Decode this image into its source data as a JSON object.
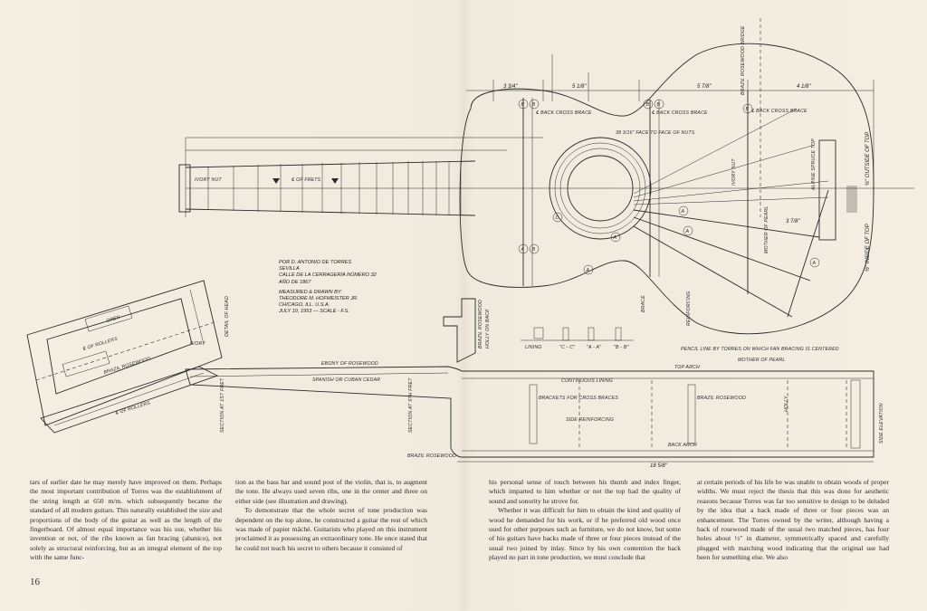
{
  "page": {
    "number": "16"
  },
  "plan": {
    "maker": {
      "line1": "POR D. ANTONIO DE TORRES",
      "line2": "SEVILLA",
      "line3": "CALLE DE LA CERRAGERÍA NÚMERO 32",
      "line4": "AÑO DE 1867",
      "line5": "MEASURED & DRAWN BY:",
      "line6": "THEODORE M. HOFMEISTER JR.",
      "line7": "CHICAGO, ILL. U.S.A.",
      "line8": "JULY 10, 1953 — SCALE - F.S."
    },
    "labels": {
      "ivory_nut": "IVORY NUT",
      "frets": "℄ OF FRETS",
      "back_cross_brace_1": "℄ BACK CROSS BRACE",
      "back_cross_brace_2": "℄ BACK CROSS BRACE",
      "back_cross_brace_3": "℄ BACK CROSS BRACE",
      "face_of_nuts": "38 3/16\" FACE TO FACE OF NUTS",
      "alpine_spruce": "ALPINE SPRUCE TOP",
      "outside_of_top": "½\" OUTSIDE OF TOP",
      "inside_of_top": "½\" INSIDE OF TOP",
      "ivory_nut_2": "IVORY NUT",
      "mother_of_pearl": "MOTHER OF PEARL",
      "brazil_rosewood_bridge": "BRAZIL ROSEWOOD BRIDGE",
      "pencil_line": "PENCIL LINE BY TORRES ON WHICH FAN BRACING IS CENTERED",
      "mother_of_pearl_2": "MOTHER OF PEARL",
      "top_arch": "TOP ARCH",
      "continuous_lining": "CONTINUOUS LINING",
      "brackets_cross": "BRACKETS FOR CROSS BRACES",
      "brazil_rosewood_side": "BRAZIL ROSEWOOD",
      "side_reinforcing": "SIDE REINFORCING",
      "back_arch": "BACK ARCH",
      "brazil_rosewood_heel": "BRAZIL ROSEWOOD",
      "side_elevation": "SIDE ELEVATION",
      "holly": "HOLLY",
      "ebony": "EBONY OF ROSEWOOD",
      "spanish_cedar": "SPANISH OR CUBAN CEDAR",
      "detail_of_head": "DETAIL OF HEAD",
      "ivory": "IVORY",
      "brazil_rosewood_head": "BRAZIL ROSEWOOD",
      "open": "OPEN",
      "rollers_1": "℄ OF ROLLERS",
      "rollers_2": "℄ OF ROLLERS",
      "section_a": "SECTION AT 1ST FRET",
      "section_b": "SECTION AT 9TH FRET",
      "lining": "LINING",
      "sec_cc": "\"C - C\"",
      "sec_aa": "\"A - A\"",
      "sec_bb": "\"B - B\"",
      "brace": "BRACE",
      "reinforcing": "REINFORCING",
      "holly_on_back": "HOLLY ON BACK",
      "kerfed_rosewood": "BRAZIL ROSEWOOD",
      "first_dim": "18 5/8\"",
      "dim_3_3_4": "3 3/4\"",
      "dim_5_1_8": "5 1/8\"",
      "dim_5_7_8": "5 7/8\"",
      "dim_4_1_8": "4 1/8\"",
      "dim_3_7_8": "3 7/8\""
    }
  },
  "columns": {
    "col1": "tars of earlier date he may merely have improved on them. Perhaps the most important contribution of Torres was the establishment of the string length at 650 m/m. which subsequently became the standard of all modern guitars. This naturally established the size and proportions of the body of the guitar as well as the length of the fingerboard. Of almost equal importance was his use, whether his invention or not, of the ribs known as fan bracing (abanico), not solely as structural reinforcing, but as an integral element of the top with the same func-",
    "col2a": "tion as the bass bar and sound post of the violin, that is, to augment the tone. He always used seven ribs, one in the center and three on either side (see illustration and drawing).",
    "col2b": "To demonstrate that the whole secret of tone production was dependent on the top alone, he constructed a guitar the rest of which was made of papier mâché. Guitarists who played on this instrument proclaimed it as possessing an extraordinary tone. He once stated that he could not teach his secret to others because it consisted of",
    "col3a": "his personal sense of touch between his thumb and index finger, which imparted to him whether or not the top had the quality of sound and sonority he strove for.",
    "col3b": "Whether it was difficult for him to obtain the kind and quality of wood he demanded for his work, or if he preferred old wood once used for other purposes such as furniture, we do not know, but some of his guitars have backs made of three or four pieces instead of the usual two joined by inlay. Since by his own contention the back played no part in tone production, we must conclude that",
    "col4": "at certain periods of his life he was unable to obtain woods of proper widths. We must reject the thesis that this was done for aesthetic reasons because Torres was far too sensitive to design to be deluded by the idea that a back made of three or four pieces was an enhancement. The Torres owned by the writer, although having a back of rosewood made of the usual two matched pieces, has four holes about ½\" in diameter, symmetrically spaced and carefully plugged with matching wood indicating that the original use had been for something else. We also"
  }
}
